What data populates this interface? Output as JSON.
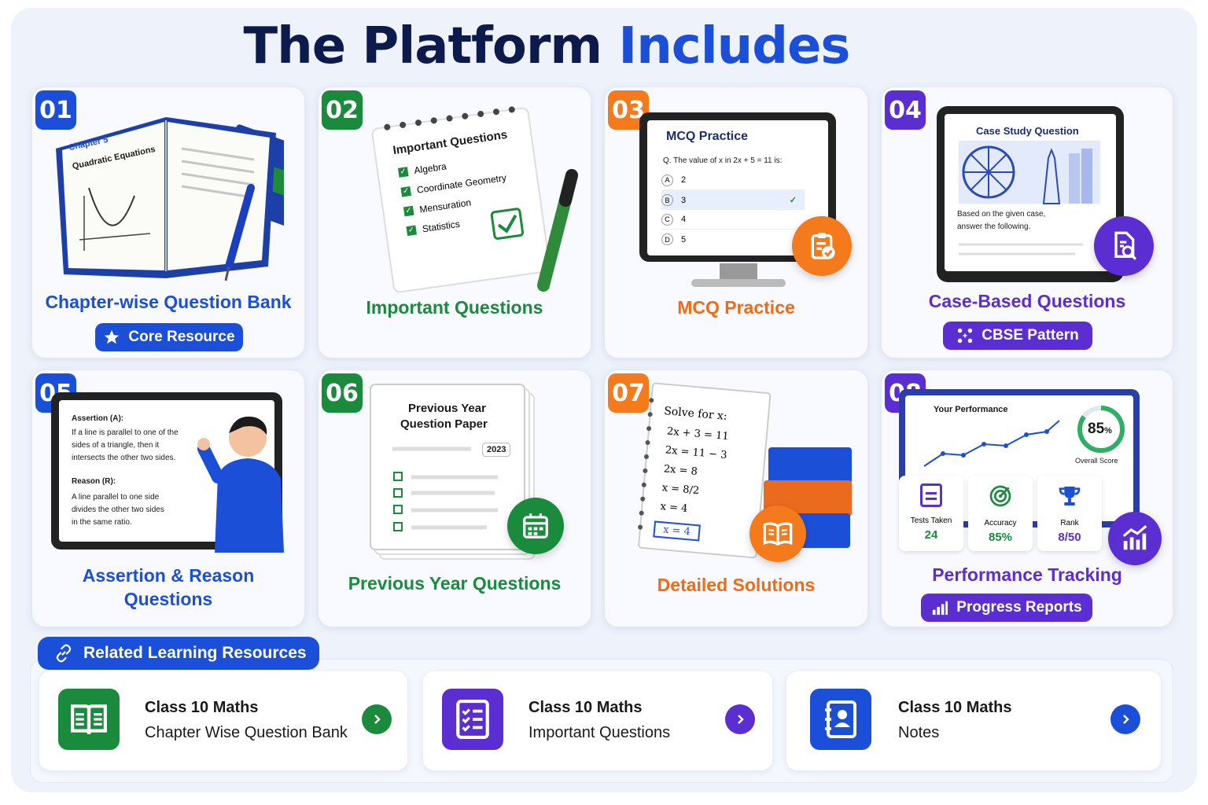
{
  "title": {
    "part1": "The Platform",
    "part2": "Includes"
  },
  "cards": [
    {
      "num": "01",
      "title": "Chapter-wise Question Bank",
      "pill": "Core Resource",
      "art": {
        "chapter": "Chapter 5",
        "topic": "Quadratic Equations"
      }
    },
    {
      "num": "02",
      "title": "Important Questions",
      "art": {
        "heading": "Important Questions",
        "items": [
          "Algebra",
          "Coordinate Geometry",
          "Mensuration",
          "Statistics"
        ]
      }
    },
    {
      "num": "03",
      "title": "MCQ Practice",
      "art": {
        "heading": "MCQ Practice",
        "question": "Q. The value of x in 2x + 5 = 11 is:",
        "options": [
          {
            "letter": "A",
            "text": "2"
          },
          {
            "letter": "B",
            "text": "3"
          },
          {
            "letter": "C",
            "text": "4"
          },
          {
            "letter": "D",
            "text": "5"
          }
        ]
      }
    },
    {
      "num": "04",
      "title": "Case-Based Questions",
      "pill": "CBSE Pattern",
      "art": {
        "heading": "Case Study Question",
        "line1": "Based on the given case,",
        "line2": "answer the following."
      }
    },
    {
      "num": "05",
      "title_line1": "Assertion & Reason",
      "title_line2": "Questions",
      "art": {
        "a_label": "Assertion (A):",
        "a1": "If a line is parallel to one of the",
        "a2": "sides of a triangle, then it",
        "a3": "intersects the other two sides.",
        "r_label": "Reason (R):",
        "r1": "A line parallel to one side",
        "r2": "divides the other two sides",
        "r3": "in the same ratio."
      }
    },
    {
      "num": "06",
      "title": "Previous Year Questions",
      "art": {
        "line1": "Previous Year",
        "line2": "Question Paper",
        "year": "2023"
      }
    },
    {
      "num": "07",
      "title": "Detailed Solutions",
      "art": {
        "heading": "Solve for x:",
        "steps": [
          "2x + 3 = 11",
          "2x = 11 − 3",
          "2x = 8",
          "x = 8/2",
          "x = 4"
        ],
        "answer": "x = 4"
      }
    },
    {
      "num": "08",
      "title": "Performance Tracking",
      "pill": "Progress Reports",
      "art": {
        "heading": "Your Performance",
        "score": "85",
        "score_unit": "%",
        "score_label": "Overall Score",
        "score_fraction": 0.85,
        "stats": [
          {
            "label": "Tests Taken",
            "value": "24"
          },
          {
            "label": "Accuracy",
            "value": "85%"
          },
          {
            "label": "Rank",
            "value": "8/50"
          }
        ]
      }
    }
  ],
  "related": {
    "label": "Related Learning Resources",
    "items": [
      {
        "line1": "Class 10 Maths",
        "line2": "Chapter Wise Question Bank"
      },
      {
        "line1": "Class 10 Maths",
        "line2": "Important Questions"
      },
      {
        "line1": "Class 10 Maths",
        "line2": "Notes"
      }
    ]
  },
  "colors": {
    "blue": "#1c4fd8",
    "green": "#1a8a3c",
    "orange": "#f47a1c",
    "purple": "#5a2ed0",
    "navy": "#0d1b4c"
  }
}
